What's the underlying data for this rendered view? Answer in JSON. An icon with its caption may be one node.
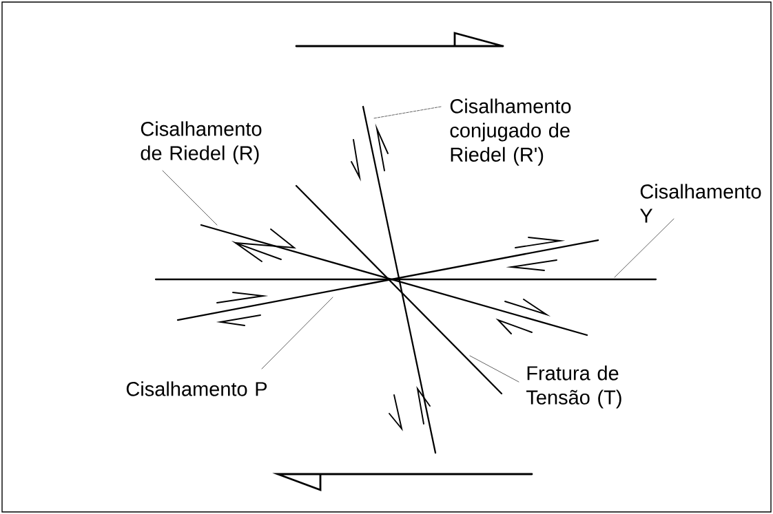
{
  "diagram": {
    "nodes": [
      {
        "text": [
          "Cisalhamento de Riedel (R)"
        ]
      },
      {
        "text": [
          "Cisalhamento conjugado de Riedel (R')"
        ]
      },
      {
        "text": [
          "Cisalhamento Y"
        ]
      },
      {
        "text": [
          "Cisalhamento P"
        ]
      },
      {
        "text": [
          "Fratura de Tensão (T)"
        ]
      }
    ],
    "edges": [
      {
        "from": 0,
        "to": null,
        "arrow": "none"
      },
      {
        "from": 1,
        "to": null,
        "arrow": "none",
        "style": "dashed"
      },
      {
        "from": 2,
        "to": null,
        "arrow": "none"
      },
      {
        "from": 3,
        "to": null,
        "arrow": "none"
      },
      {
        "from": 4,
        "to": null,
        "arrow": "none"
      }
    ]
  }
}
